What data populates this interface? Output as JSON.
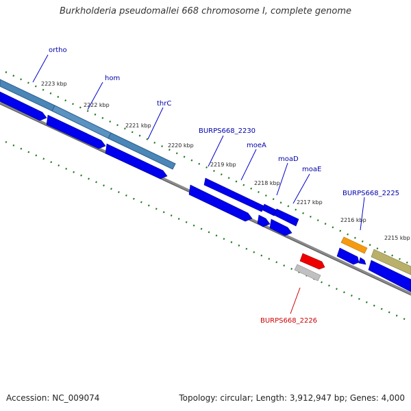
{
  "title": "Burkholderia pseudomallei 668 chromosome I, complete genome",
  "footer": {
    "accession": "Accession: NC_009074",
    "summary": "Topology: circular; Length: 3,912,947 bp; Genes: 4,000"
  },
  "ticks": [
    "2223 kbp",
    "2222 kbp",
    "2221 kbp",
    "2220 kbp",
    "2219 kbp",
    "2218 kbp",
    "2217 kbp",
    "2216 kbp",
    "2215 kbp"
  ],
  "gene_labels": {
    "ortho": "ortho",
    "hom": "hom",
    "thrC": "thrC",
    "burps2230": "BURPS668_2230",
    "moeA": "moeA",
    "moaD": "moaD",
    "moaE": "moaE",
    "burps2225": "BURPS668_2225",
    "burps2226": "BURPS668_2226"
  },
  "colors": {
    "gene": "#0000ee",
    "gene_label": "#0000aa",
    "operon": "#4a86b8",
    "highlight_label": "#cc0000",
    "highlight_gene": "#ee0000",
    "pseudo": "#b8b8b8",
    "orange_feature": "#f59a10",
    "olive_feature": "#b9b06a",
    "tick": "#1f7a1f",
    "backbone": "#888888"
  }
}
